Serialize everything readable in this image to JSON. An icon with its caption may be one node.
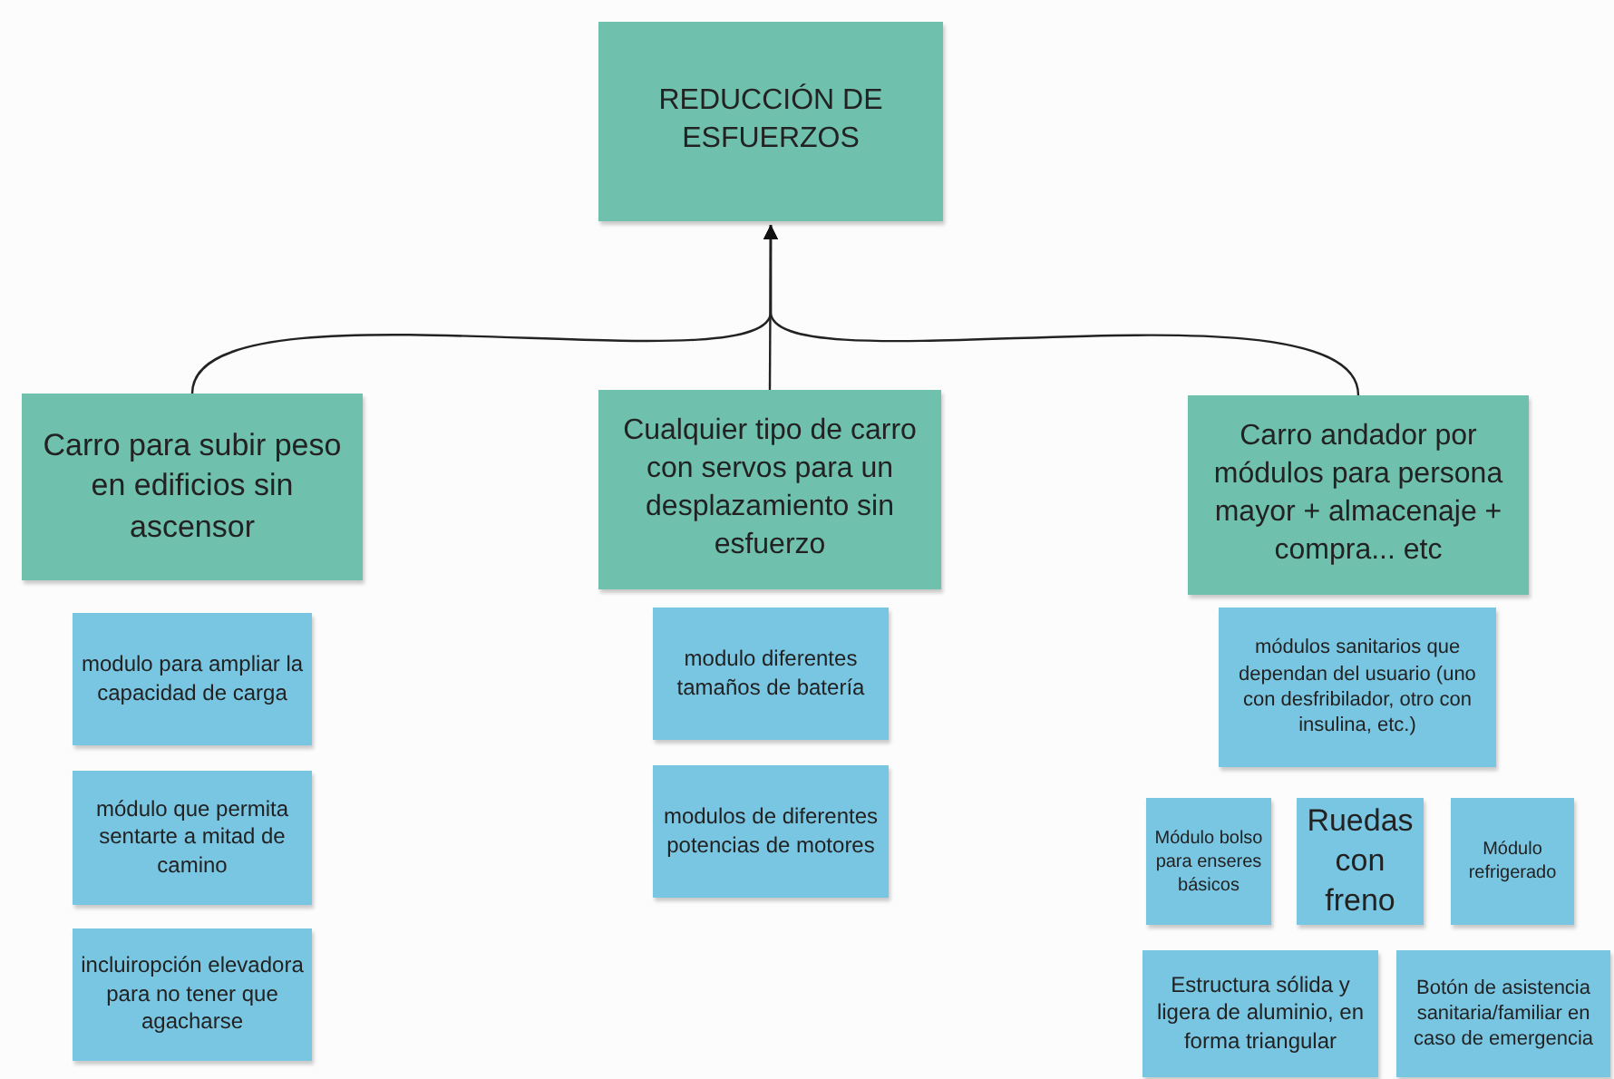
{
  "diagram": {
    "nodes": [
      {
        "text": [
          "REDUCCIÓN DE ESFUERZOS"
        ]
      },
      {
        "text": [
          "Carro para subir peso en edificios sin ascensor"
        ]
      },
      {
        "text": [
          "Cualquier tipo de carro con servos para un desplazamiento sin esfuerzo"
        ]
      },
      {
        "text": [
          "Carro andador por módulos para persona mayor + almacenaje + compra... etc"
        ]
      },
      {
        "text": [
          "modulo para ampliar la capacidad de carga"
        ]
      },
      {
        "text": [
          "módulo que permita sentarte a mitad de camino"
        ]
      },
      {
        "text": [
          "incluiropción elevadora para no tener que agacharse"
        ]
      },
      {
        "text": [
          "modulo diferentes tamaños de batería"
        ]
      },
      {
        "text": [
          "modulos de diferentes potencias de motores"
        ]
      },
      {
        "text": [
          "módulos sanitarios que dependan del usuario (uno con desfribilador, otro con  insulina, etc.)"
        ]
      },
      {
        "text": [
          "Módulo bolso para enseres básicos"
        ]
      },
      {
        "text": [
          "Ruedas con freno"
        ]
      },
      {
        "text": [
          "Módulo refrigerado"
        ]
      },
      {
        "text": [
          "Estructura sólida y ligera de aluminio, en forma triangular"
        ]
      },
      {
        "text": [
          "Botón de asistencia sanitaria/familiar en caso de emergencia"
        ]
      }
    ],
    "edges": [
      {
        "from": 1,
        "to": 0,
        "arrow": "to"
      },
      {
        "from": 2,
        "to": 0,
        "arrow": "to"
      },
      {
        "from": 3,
        "to": 0,
        "arrow": "to"
      }
    ]
  }
}
